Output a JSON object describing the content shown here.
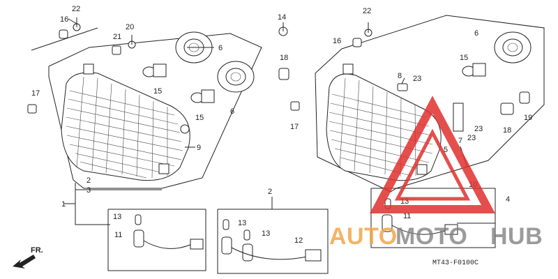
{
  "labels": {
    "c1": "1",
    "c2a": "2",
    "c3": "3",
    "c2b": "2",
    "c4": "4",
    "c5": "5",
    "c6a": "6",
    "c6b": "6",
    "c6c": "6",
    "c7": "7",
    "c8": "8",
    "c9": "9",
    "c10": "10",
    "c11a": "11",
    "c11b": "11",
    "c12": "12",
    "c13a": "13",
    "c13b": "13",
    "c13c": "13",
    "c13d": "13",
    "c14": "14",
    "c15a": "15",
    "c15b": "15",
    "c15c": "15",
    "c16a": "16",
    "c16b": "16",
    "c17a": "17",
    "c17b": "17",
    "c18a": "18",
    "c18b": "18",
    "c19": "19",
    "c20": "20",
    "c21": "21",
    "c22a": "22",
    "c22b": "22",
    "c23a": "23",
    "c23b": "23",
    "c23c": "23"
  },
  "front_marker": "FR.",
  "diagram_code": "MT43-F0100C",
  "watermark": {
    "part1": "AUTO",
    "part2": "MOTO",
    "part3": "HUB",
    "color_orange": "#f2a64a",
    "color_gray": "#7a7a7a",
    "color_red": "#e0312f"
  }
}
